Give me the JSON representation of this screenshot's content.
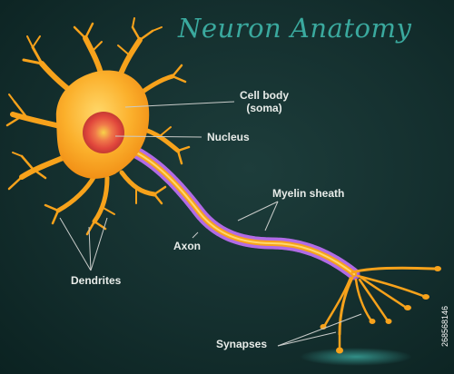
{
  "title": "Neuron Anatomy",
  "labels": {
    "cell_body_line1": "Cell body",
    "cell_body_line2": "(soma)",
    "nucleus": "Nucleus",
    "myelin_sheath": "Myelin sheath",
    "axon": "Axon",
    "dendrites": "Dendrites",
    "synapses": "Synapses"
  },
  "watermark_id": "268568146",
  "colors": {
    "background": "#142f2e",
    "title": "#3aa99e",
    "soma": "#f7a21b",
    "nucleus": "#e0463c",
    "myelin": "#9b4fd1",
    "label_text": "#e8ece9",
    "leader_line": "#c9ccca"
  }
}
